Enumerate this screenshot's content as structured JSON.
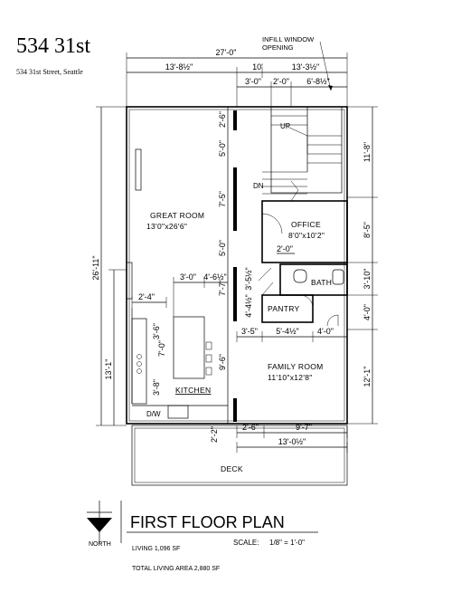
{
  "header": {
    "title": "534 31st",
    "address": "534 31st Street, Seattle"
  },
  "dimensions": {
    "top_total": "27'-0\"",
    "top_left": "13'-8½\"",
    "top_mid": "10'",
    "top_right": "13'-3½\"",
    "stair_a": "3'-0\"",
    "stair_b": "2'-0\"",
    "stair_c": "6'-8½\"",
    "infill_note_line1": "INFILL WINDOW",
    "infill_note_line2": "OPENING",
    "left_total": "26'-11\"",
    "left_lower": "13'-1\"",
    "wall_1": "2'-6\"",
    "wall_2": "5'-0\"",
    "wall_3": "7'-5\"",
    "wall_4": "5'-0\"",
    "wall_5": "7'-7\"",
    "wall_6": "9'-6\"",
    "wall_7": "2'-2\"",
    "right_1": "11'-8\"",
    "right_2": "8'-5\"",
    "right_3": "3'-10\"",
    "right_4": "4'-0\"",
    "right_5": "12'-1\"",
    "kitchen_w": "2'-4\"",
    "kitchen_a": "3'-6\"",
    "kitchen_b": "7'-0\"",
    "kitchen_c": "3'-8\"",
    "island_a": "3'-0\"",
    "island_b": "4'-6½\"",
    "bath_w": "2'-0\"",
    "pantry_a": "3'-5½\"",
    "pantry_b": "4'-4½\"",
    "bottom_a": "3'-5\"",
    "bottom_b": "5'-4½\"",
    "bottom_c": "4'-0\"",
    "family_a": "2'-6\"",
    "family_b": "9'-7\"",
    "family_total": "13'-0½\""
  },
  "rooms": {
    "great_room": "GREAT ROOM",
    "great_room_size": "13'0\"x26'6\"",
    "office": "OFFICE",
    "office_size": "8'0\"x10'2\"",
    "bath": "BATH",
    "pantry": "PANTRY",
    "kitchen": "KITCHEN",
    "family_room": "FAMILY ROOM",
    "family_room_size": "11'10\"x12'8\"",
    "deck": "DECK",
    "up": "UP",
    "dn": "DN",
    "dw": "D/W"
  },
  "footer": {
    "plan_title": "FIRST FLOOR PLAN",
    "north": "NORTH",
    "scale_label": "SCALE:",
    "scale_value": "1/8\" = 1'-0\"",
    "living": "LIVING 1,096 SF",
    "total_living": "TOTAL LIVING AREA 2,880 SF"
  }
}
